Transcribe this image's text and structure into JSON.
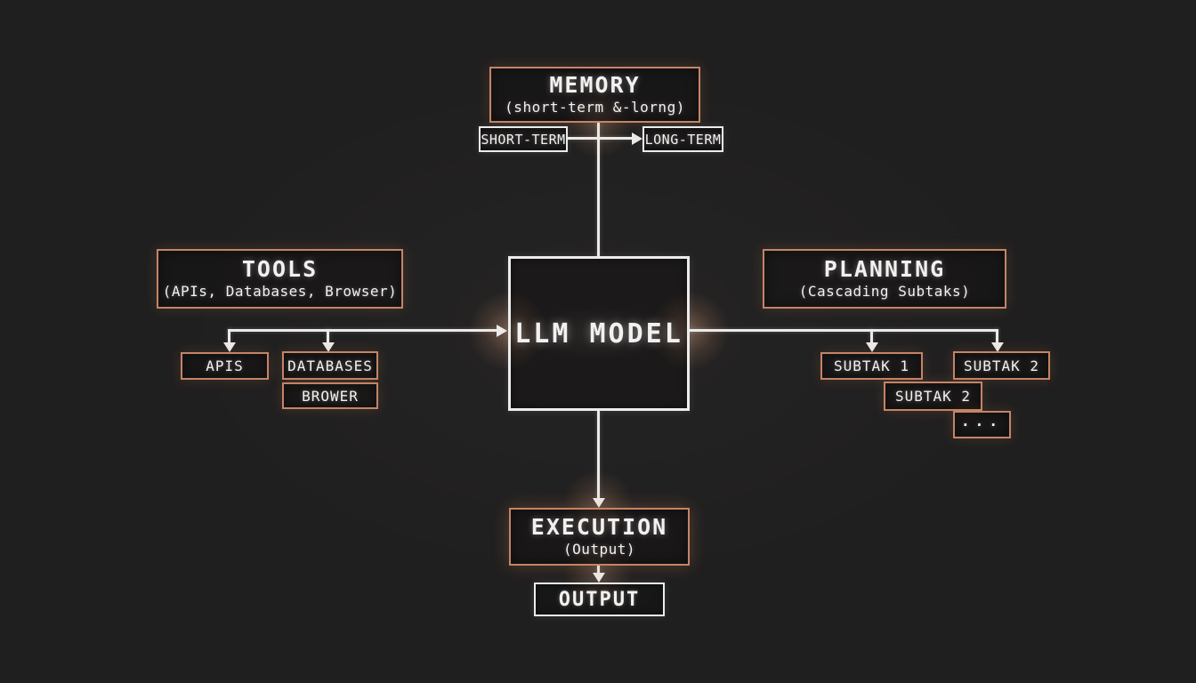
{
  "diagram": {
    "memory": {
      "title": "MEMORY",
      "subtitle": "(short-term &-lorng)"
    },
    "short_term": {
      "label": "SHORT-TERM"
    },
    "long_term": {
      "label": "LONG-TERM"
    },
    "llm": {
      "label": "LLM MODEL"
    },
    "tools": {
      "title": "TOOLS",
      "subtitle": "(APIs, Databases, Browser)"
    },
    "apis": {
      "label": "APIS"
    },
    "databases": {
      "label": "DATABASES"
    },
    "brower": {
      "label": "BROWER"
    },
    "planning": {
      "title": "PLANNING",
      "subtitle": "(Cascading Subtaks)"
    },
    "subtak1": {
      "label": "SUBTAK 1"
    },
    "subtak2a": {
      "label": "SUBTAK 2"
    },
    "subtak2b": {
      "label": "SUBTAK 2"
    },
    "ellipsis": {
      "label": "..."
    },
    "execution": {
      "title": "EXECUTION",
      "subtitle": "(Output)"
    },
    "output": {
      "label": "OUTPUT"
    }
  },
  "colors": {
    "background": "#201f1f",
    "accent_border": "#c48466",
    "white_border": "#ececec",
    "connector_line": "#eceae8",
    "text": "#f3f1ef"
  }
}
